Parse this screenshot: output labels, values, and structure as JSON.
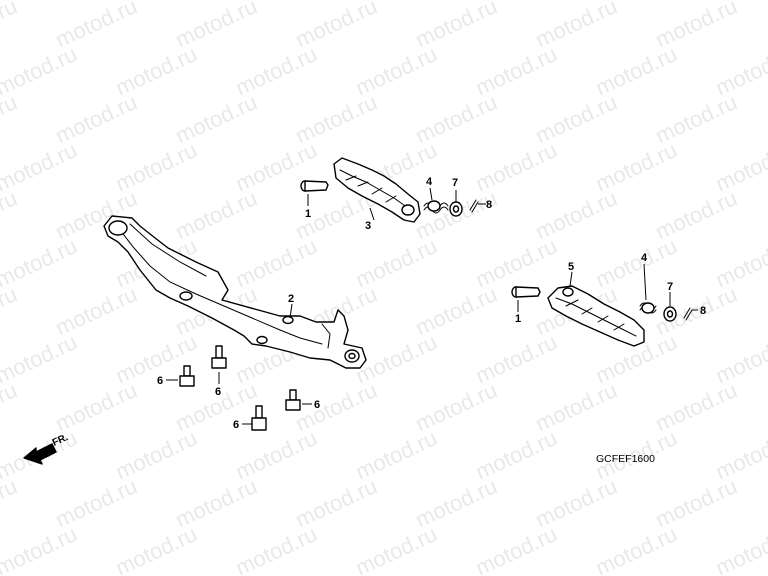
{
  "watermark": {
    "text": "motod.ru",
    "color": "#e9e9e9"
  },
  "diagram_code": "GCFEF1600",
  "direction_label": "FR.",
  "callouts": {
    "c1a": "1",
    "c1b": "1",
    "c2": "2",
    "c3": "3",
    "c4a": "4",
    "c4b": "4",
    "c5": "5",
    "c6a": "6",
    "c6b": "6",
    "c6c": "6",
    "c6d": "6",
    "c7a": "7",
    "c7b": "7",
    "c8a": "8",
    "c8b": "8"
  },
  "parts": [
    {
      "no": "1",
      "name": "pin-icon"
    },
    {
      "no": "2",
      "name": "footpeg-bracket-icon"
    },
    {
      "no": "3",
      "name": "footpeg-left-icon"
    },
    {
      "no": "4",
      "name": "spring-icon"
    },
    {
      "no": "5",
      "name": "footpeg-right-icon"
    },
    {
      "no": "6",
      "name": "bolt-icon"
    },
    {
      "no": "7",
      "name": "washer-icon"
    },
    {
      "no": "8",
      "name": "cotter-pin-icon"
    }
  ]
}
